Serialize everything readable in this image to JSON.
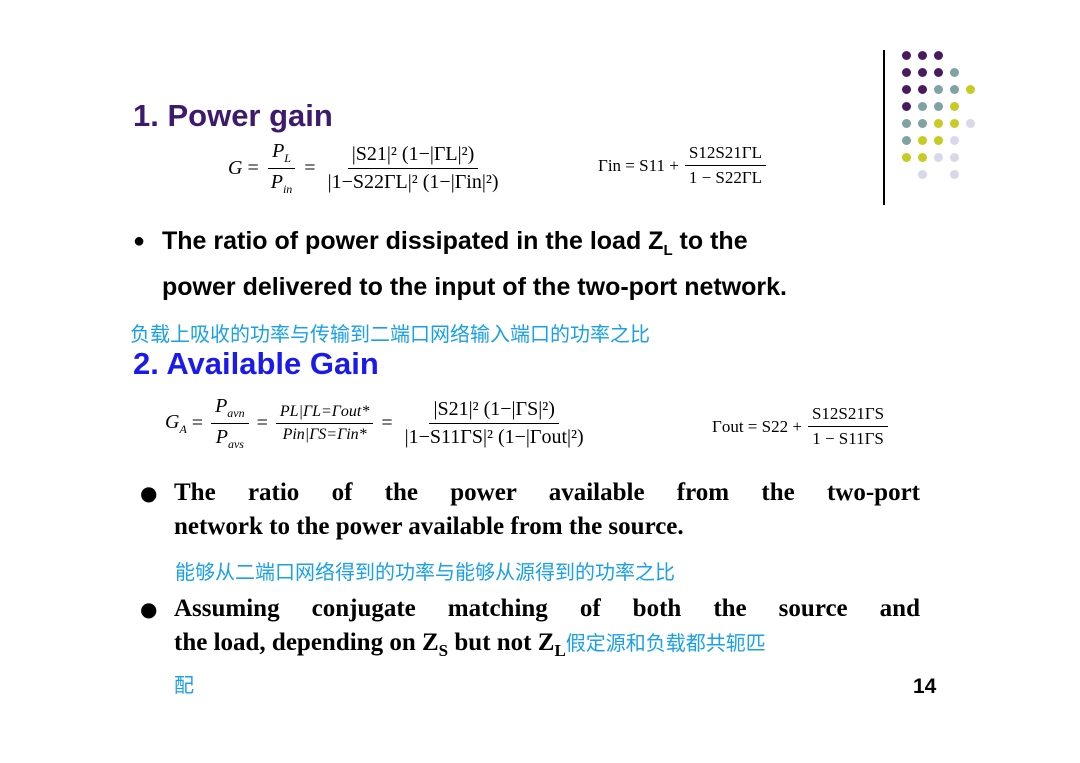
{
  "section1": {
    "title": "1. Power gain",
    "color": "#3d1a6e"
  },
  "eq1": {
    "lhs": "G",
    "num_left": "P",
    "num_left_sub": "L",
    "den_left": "P",
    "den_left_sub": "in",
    "num_right": "|S21|² (1−|ΓL|²)",
    "den_right": "|1−S22ΓL|² (1−|Γin|²)"
  },
  "eq1b": {
    "lhs": "Γin = S11 +",
    "num": "S12S21ΓL",
    "den": "1 − S22ΓL"
  },
  "bullet1": {
    "text_a": "The ratio of power dissipated in the load Z",
    "text_sub": "L",
    "text_b": " to the",
    "text_line2": "power delivered to the input of the two-port network."
  },
  "cn1": "负载上吸收的功率与传输到二端口网络输入端口的功率之比",
  "section2": {
    "title": "2. Available Gain",
    "color": "#1a1aee"
  },
  "eq2": {
    "lhs": "G",
    "lhs_sub": "A",
    "f1_num": "P",
    "f1_num_sub": "avn",
    "f1_den": "P",
    "f1_den_sub": "avs",
    "f2_num": "PL|ΓL=Γout*",
    "f2_den": "Pin|ΓS=Γin*",
    "f3_num": "|S21|² (1−|ΓS|²)",
    "f3_den": "|1−S11ΓS|² (1−|Γout|²)"
  },
  "eq2b": {
    "lhs": "Γout = S22 +",
    "num": "S12S21ΓS",
    "den": "1 − S11ΓS"
  },
  "bullet2": {
    "line1": "The ratio of the power available from the two-port",
    "line2": "network to the power available from the source."
  },
  "cn2": "能够从二端口网络得到的功率与能够从源得到的功率之比",
  "bullet3": {
    "line1": "Assuming conjugate matching of both the source and",
    "line2_a": "the load, depending on Z",
    "line2_sub_s": "S",
    "line2_b": " but not Z",
    "line2_sub_l": "L",
    "cn_inline": "假定源和负载都共轭匹",
    "cn_line3": "配"
  },
  "page_number": "14",
  "decor_colors": {
    "purple": "#4a1a5e",
    "teal": "#7fa3a3",
    "yellow": "#c8cc22",
    "lavender": "#d8d8ea"
  }
}
